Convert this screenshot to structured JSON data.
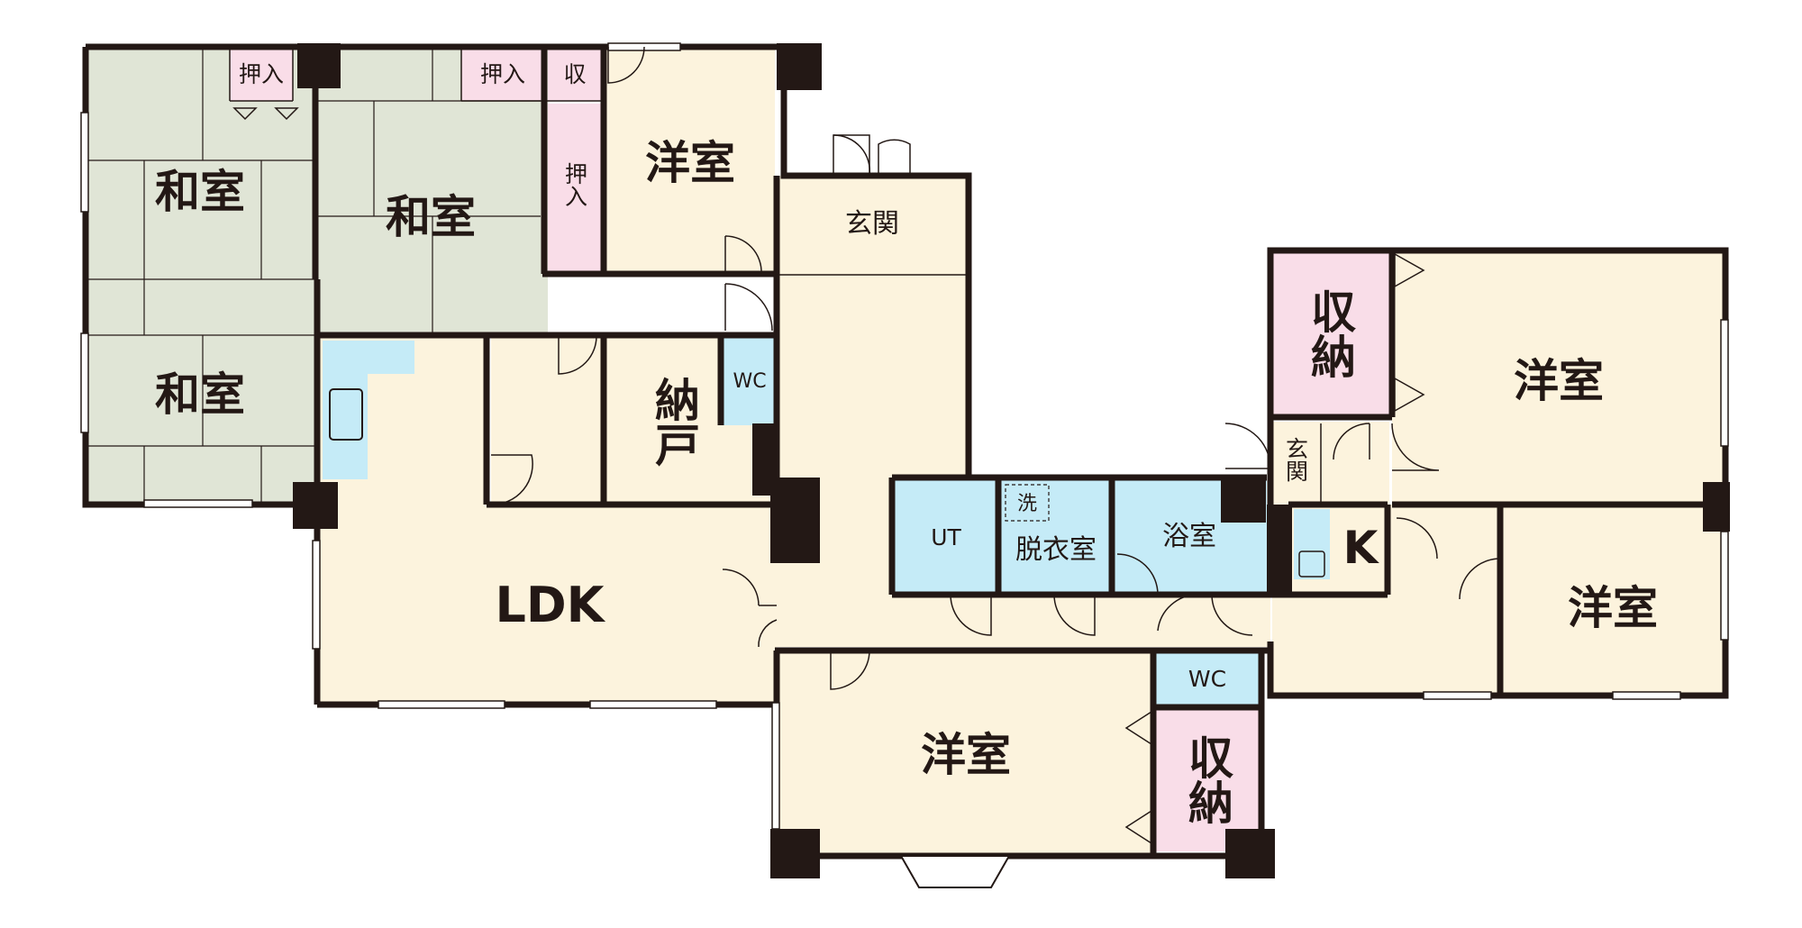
{
  "rooms": {
    "washitsu_1": "和室",
    "washitsu_2": "和室",
    "washitsu_3": "和室",
    "oshiire_1": "押入",
    "oshiire_2": "押入",
    "oshiire_3": "押入",
    "shu": "収",
    "yoshitsu_top": "洋室",
    "genkan": "玄関",
    "ldk": "LDK",
    "nando": "納戸",
    "wc_1": "WC",
    "ut": "UT",
    "sen": "洗",
    "datsuishitsu": "脱衣室",
    "yokushitsu": "浴室",
    "yoshitsu_bottom": "洋室",
    "wc_2": "WC",
    "shuno_bottom": "収納",
    "shuno_right": "収納",
    "yoshitsu_right_big": "洋室",
    "genkan_2": "玄関",
    "k": "K",
    "yoshitsu_right_small": "洋室"
  },
  "colors": {
    "tatami": "#e0e5d6",
    "western": "#fcf3dd",
    "storage": "#f9dde8",
    "wet": "#c5ebf7",
    "wall": "#231815"
  }
}
